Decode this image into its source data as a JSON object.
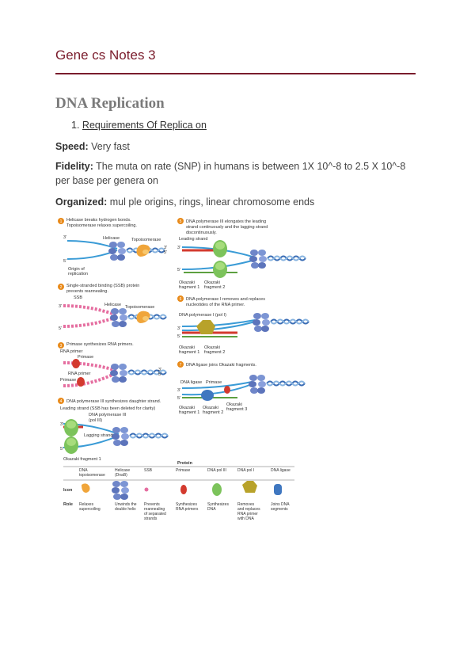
{
  "doc": {
    "header": "Gene   cs Notes 3",
    "heading": "DNA Replication",
    "list_num": "1.",
    "list_item": "Requirements Of Replica   on",
    "speed_label": "Speed:",
    "speed_text": " Very fast",
    "fidelity_label": "Fidelity:",
    "fidelity_text": " The muta   on rate (SNP) in humans is between 1X 10^-8 to 2.5 X 10^-8 per base per genera   on",
    "organized_label": "Organized:",
    "organized_text": " mul   ple origins, rings, linear chromosome ends"
  },
  "figure": {
    "steps": [
      {
        "num": "1",
        "text1": "Helicase breaks hydrogen bonds.",
        "text2": "Topoisomerase relaxes supercoiling."
      },
      {
        "num": "2",
        "text1": "Single-stranded binding (SSB) protein",
        "text2": "prevents reannealing."
      },
      {
        "num": "3",
        "text1": "Primase synthesizes RNA primers.",
        "text2": ""
      },
      {
        "num": "4",
        "text1": "DNA polymerase III synthesizes daughter strand.",
        "text2": ""
      },
      {
        "num": "5",
        "text1": "DNA polymerase III elongates the leading",
        "text2": "strand continuously and the lagging strand",
        "text3": "discontinuously."
      },
      {
        "num": "6",
        "text1": "DNA polymerase I removes and replaces",
        "text2": "nucleotides of the RNA primer."
      },
      {
        "num": "7",
        "text1": "DNA ligase joins Okazaki fragments.",
        "text2": ""
      }
    ],
    "labels": {
      "helicase": "Helicase",
      "topo": "Topoisomerase",
      "origin1": "Origin of",
      "origin2": "replication",
      "ssb": "SSB",
      "rna_primer": "RNA primer",
      "primase": "Primase",
      "leading_ssb": "Leading strand (SSB has been deleted for clarity)",
      "pol3a": "DNA polymerase III",
      "pol3b": "(pol III)",
      "lagging": "Lagging strand",
      "okazaki1": "Okazaki fragment 1",
      "leading": "Leading strand",
      "ok": "Okazaki",
      "frag1": "fragment 1",
      "frag2": "fragment 2",
      "frag3": "fragment 3",
      "pol1": "DNA polymerase I (pol I)",
      "ligase": "DNA ligase",
      "p3": "3'",
      "p5": "5'"
    },
    "table": {
      "title": "Protein",
      "headers": [
        "DNA topoisomerase",
        "Helicase (DnaB)",
        "SSB",
        "Primase",
        "DNA pol III",
        "DNA pol I",
        "DNA ligase"
      ],
      "header_lines": [
        [
          "DNA",
          "topoisomerase"
        ],
        [
          "Helicase",
          "(DnaB)"
        ],
        [
          "SSB"
        ],
        [
          "Primase"
        ],
        [
          "DNA pol III"
        ],
        [
          "DNA pol I"
        ],
        [
          "DNA ligase"
        ]
      ],
      "row_icon": "Icon",
      "row_role": "Role",
      "roles": [
        [
          "Relaxes",
          "supercoiling"
        ],
        [
          "Unwinds the",
          "double helix"
        ],
        [
          "Prevents",
          "reannealing",
          "of separated",
          "strands"
        ],
        [
          "Synthesizes",
          "RNA primers"
        ],
        [
          "Synthesizes",
          "DNA"
        ],
        [
          "Removes",
          "and replaces",
          "RNA primer",
          "with DNA"
        ],
        [
          "Joins DNA",
          "segments"
        ]
      ]
    }
  }
}
